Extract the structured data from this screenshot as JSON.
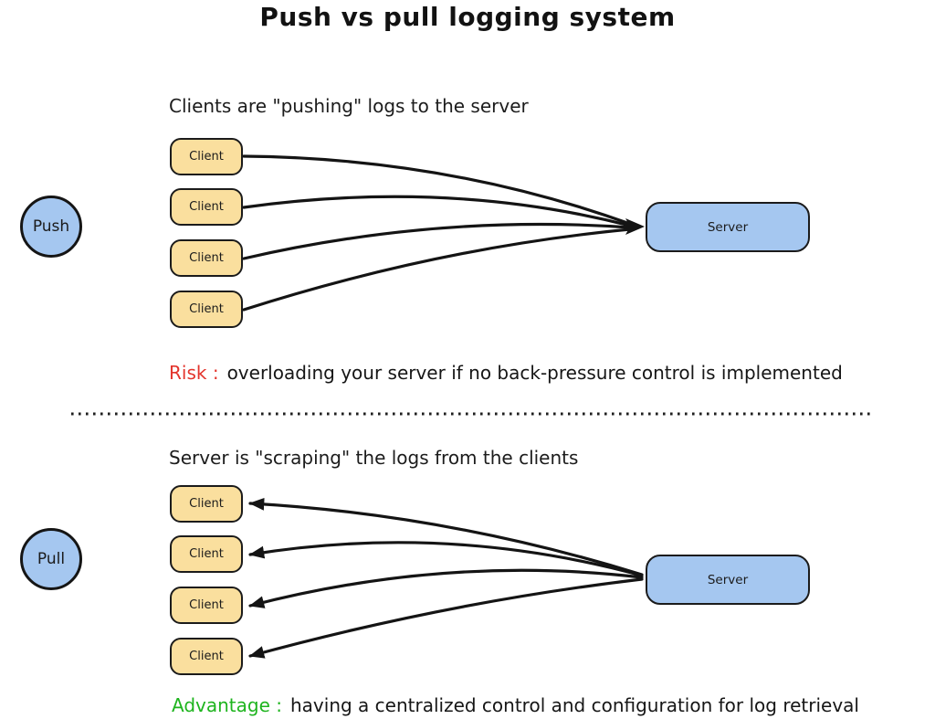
{
  "title": "Push vs pull logging system",
  "colors": {
    "box_yellow": "#fadf9e",
    "box_blue": "#a5c7f0",
    "ink": "#1b1b1b",
    "risk_red": "#e3342c",
    "advantage_green": "#1eb41e"
  },
  "push_section": {
    "badge": "Push",
    "heading": "Clients are \"pushing\" logs to the server",
    "clients": [
      "Client",
      "Client",
      "Client",
      "Client"
    ],
    "server": "Server",
    "note_label": "Risk :",
    "note_text": "overloading your server if no back-pressure control is implemented"
  },
  "pull_section": {
    "badge": "Pull",
    "heading": "Server is \"scraping\" the logs from the clients",
    "clients": [
      "Client",
      "Client",
      "Client",
      "Client"
    ],
    "server": "Server",
    "note_label": "Advantage :",
    "note_text": "having a centralized control and configuration for log retrieval"
  }
}
